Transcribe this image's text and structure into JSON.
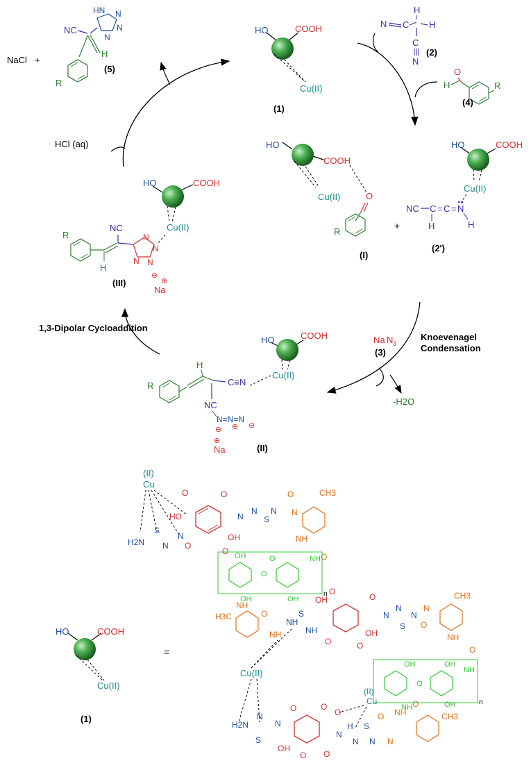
{
  "colors": {
    "green": "#2e7d32",
    "red": "#d32f2f",
    "blue": "#1f4e9c",
    "purple": "#3a2fa6",
    "teal": "#1a8a8a",
    "black": "#000000",
    "orange": "#e0701a",
    "light_green": "#36c936"
  },
  "catalyst": {
    "ho": "HO",
    "cooh": "COOH",
    "cu": "Cu(II)",
    "label": "(1)"
  },
  "malononitrile": {
    "n_top": "N",
    "c_top": "C",
    "h": "H",
    "c_bottom": "C",
    "n_bottom": "N",
    "label": "(2)"
  },
  "aldehyde": {
    "o": "O",
    "h": "H",
    "r": "R",
    "label": "(4)"
  },
  "intermediate_I": {
    "o": "O",
    "r": "R",
    "label": "(I)"
  },
  "plus_sign": "+",
  "intermediate_2prime": {
    "nc": "NC",
    "c": "C",
    "eq": "=",
    "n": "N",
    "h": "H",
    "label": "(2')"
  },
  "azide": {
    "na": "Na",
    "n3": "3",
    "label": "(3)"
  },
  "knoevenagel": [
    "Knoevenagel",
    "Condensation"
  ],
  "water": "-H2O",
  "intermediate_II": {
    "h": "H",
    "r": "R",
    "cn_bond": "C≡N",
    "nc": "NC",
    "azide_chain": "N=N=N",
    "minus": "⊖",
    "plus": "⊕",
    "na": "Na",
    "label": "(II)"
  },
  "cycloaddition": "1,3-Dipolar Cycloaddition",
  "intermediate_III": {
    "r": "R",
    "nc": "NC",
    "h": "H",
    "n": "N",
    "minus": "⊖",
    "plus": "⊕",
    "na": "Na",
    "label": "(III)"
  },
  "hcl": "HCl (aq)",
  "product": {
    "nacl": "NaCl",
    "plus": "+",
    "hn": "HN",
    "n": "N",
    "nc": "NC",
    "h": "H",
    "r": "R",
    "label": "(5)"
  },
  "structure": {
    "cu_ii_upper": "(II)",
    "cu_upper": "Cu",
    "ho_top": "HO",
    "o": "O",
    "oh": "OH",
    "n": "N",
    "h": "H",
    "nh": "NH",
    "s": "S",
    "h2n": "H2N",
    "ch3": "CH3",
    "h3c": "H3C",
    "n_sub": "n",
    "cu_ii_middle": "Cu(II)",
    "cu_ii_small": "(II)",
    "cu_small": "Cu",
    "o_bracket": "[",
    "equals": "="
  }
}
